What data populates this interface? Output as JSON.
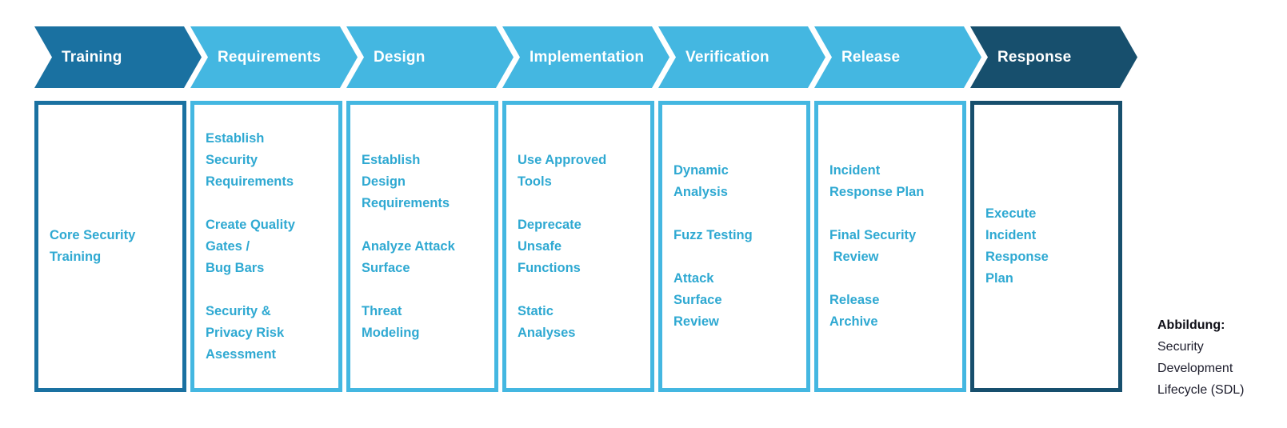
{
  "colors": {
    "dark_blue": "#1a71a1",
    "light_blue": "#44b7e1",
    "dark_navy": "#174f6d",
    "item_text": "#2fa9d2",
    "header_text": "#ffffff",
    "caption_text": "#1d1d2c"
  },
  "phases": [
    {
      "id": "training",
      "label": "Training",
      "theme": "dark_blue",
      "items": [
        "Core Security\nTraining"
      ]
    },
    {
      "id": "requirements",
      "label": "Requirements",
      "theme": "light_blue",
      "items": [
        "Establish\nSecurity\nRequirements",
        "Create Quality\nGates /\nBug Bars",
        "Security &\nPrivacy Risk\nAsessment"
      ]
    },
    {
      "id": "design",
      "label": "Design",
      "theme": "light_blue",
      "items": [
        "Establish\nDesign\nRequirements",
        "Analyze Attack\nSurface",
        "Threat\nModeling"
      ]
    },
    {
      "id": "implementation",
      "label": "Implementation",
      "theme": "light_blue",
      "items": [
        "Use Approved\nTools",
        "Deprecate\nUnsafe\nFunctions",
        "Static\nAnalyses"
      ]
    },
    {
      "id": "verification",
      "label": "Verification",
      "theme": "light_blue",
      "items": [
        "Dynamic\nAnalysis",
        "Fuzz Testing",
        "Attack\nSurface\nReview"
      ]
    },
    {
      "id": "release",
      "label": "Release",
      "theme": "light_blue",
      "items": [
        "Incident\nResponse Plan",
        "Final Security\n Review",
        "Release\nArchive"
      ]
    },
    {
      "id": "response",
      "label": "Response",
      "theme": "dark_navy",
      "items": [
        "Execute\nIncident\nResponse\nPlan"
      ]
    }
  ],
  "caption": {
    "label": "Abbildung:",
    "lines": "Security\nDevelopment\nLifecycle (SDL)"
  }
}
